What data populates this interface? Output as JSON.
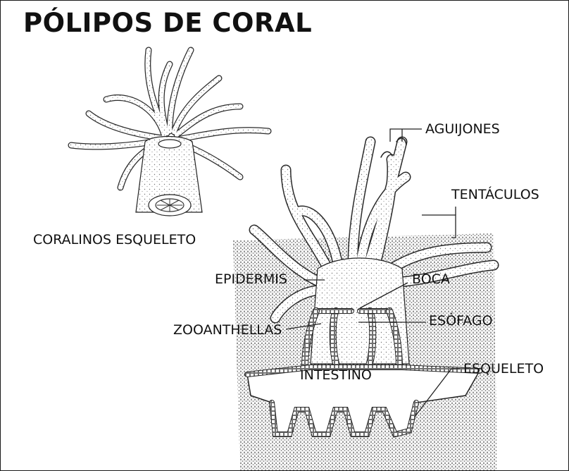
{
  "title": "PÓLIPOS DE CORAL",
  "labels": {
    "coralinos_esqueleto": "CORALINOS ESQUELETO",
    "aguijones": "AGUIJONES",
    "tentaculos": "TENTÁCULOS",
    "epidermis": "EPIDERMIS",
    "boca": "BOCA",
    "zooanthellas": "ZOOANTHELLAS",
    "esofago": "ESÓFAGO",
    "intestino": "INTESTINO",
    "esqueleto": "ESQUELETO"
  }
}
